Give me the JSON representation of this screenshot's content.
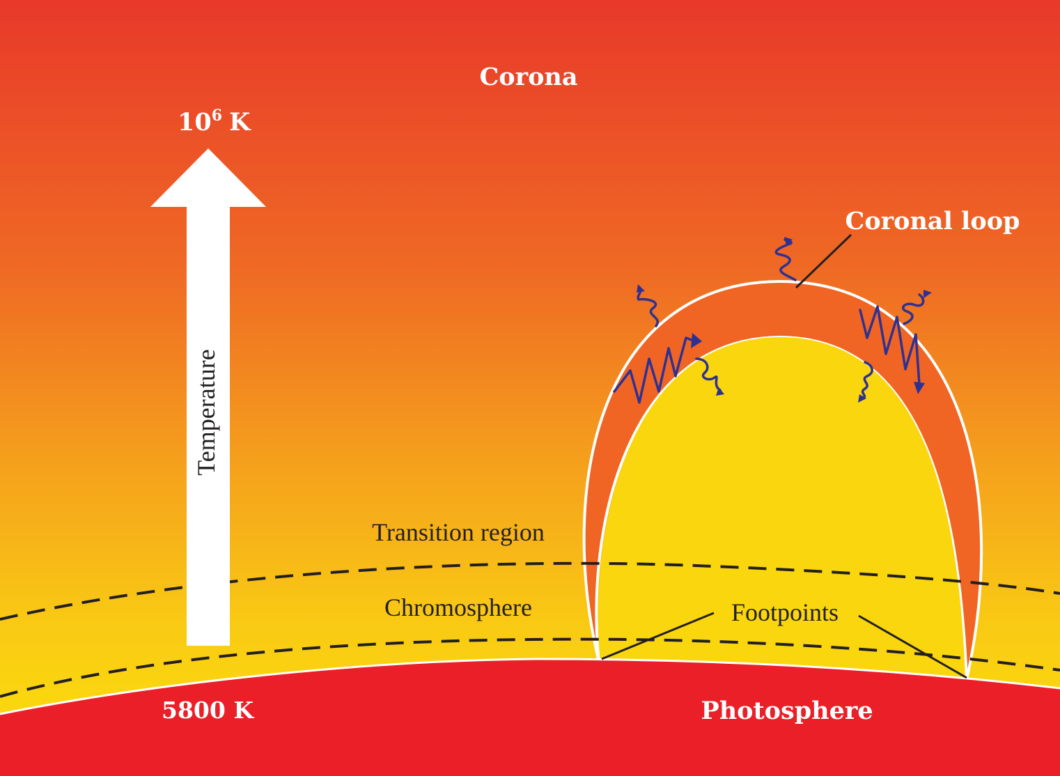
{
  "labels": {
    "corona": "Corona",
    "top_temp_base": "10",
    "top_temp_exp": "6",
    "top_temp_unit": "K",
    "axis_label": "Temperature",
    "coronal_loop": "Coronal loop",
    "transition_region": "Transition region",
    "chromosphere": "Chromosphere",
    "footpoints": "Footpoints",
    "bottom_temp": "5800 K",
    "photosphere": "Photosphere"
  },
  "colors": {
    "corona_top": "#e8392a",
    "corona_mid": "#f07a22",
    "lower_atmosphere": "#fad60f",
    "photosphere": "#eb1f27",
    "loop_band": "#f06523",
    "loop_interior": "#fad60f",
    "wave": "#2e3192",
    "outline": "#ffffff",
    "dashes": "#231f20"
  }
}
